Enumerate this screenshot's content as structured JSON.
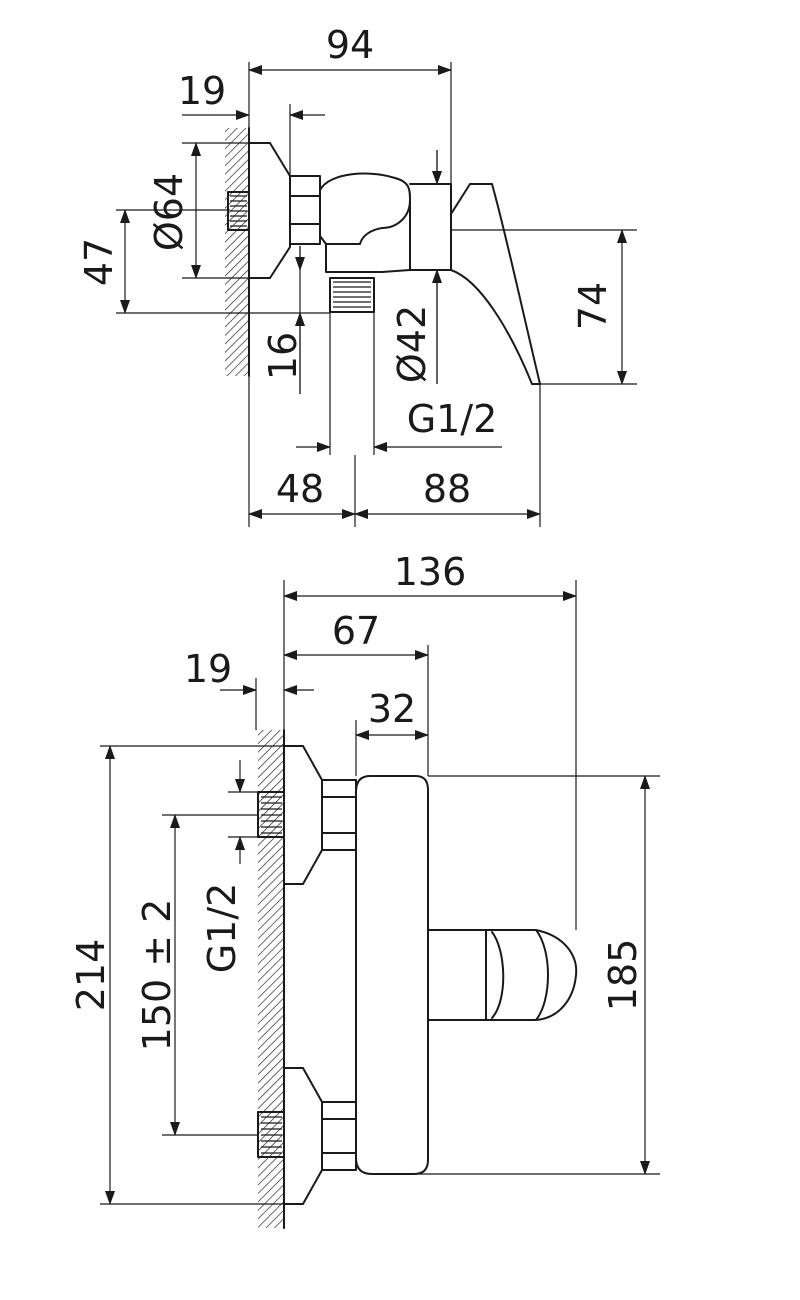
{
  "side_view": {
    "dims": {
      "overall_depth": "94",
      "wall_flange_19": "19",
      "rosette_diameter": "Ø64",
      "axis_height_47": "47",
      "outlet_diameter": "Ø42",
      "thread_16": "16",
      "lever_height_74": "74",
      "outlet_thread": "G1/2",
      "offset_48": "48",
      "lever_reach_88": "88"
    }
  },
  "front_view": {
    "dims": {
      "overall_136": "136",
      "body_offset_67": "67",
      "body_thickness_32": "32",
      "wall_flange_19": "19",
      "inlet_thread": "G1/2",
      "inlet_spacing": "150 ± 2",
      "overall_height_214": "214",
      "body_height_185": "185"
    }
  }
}
